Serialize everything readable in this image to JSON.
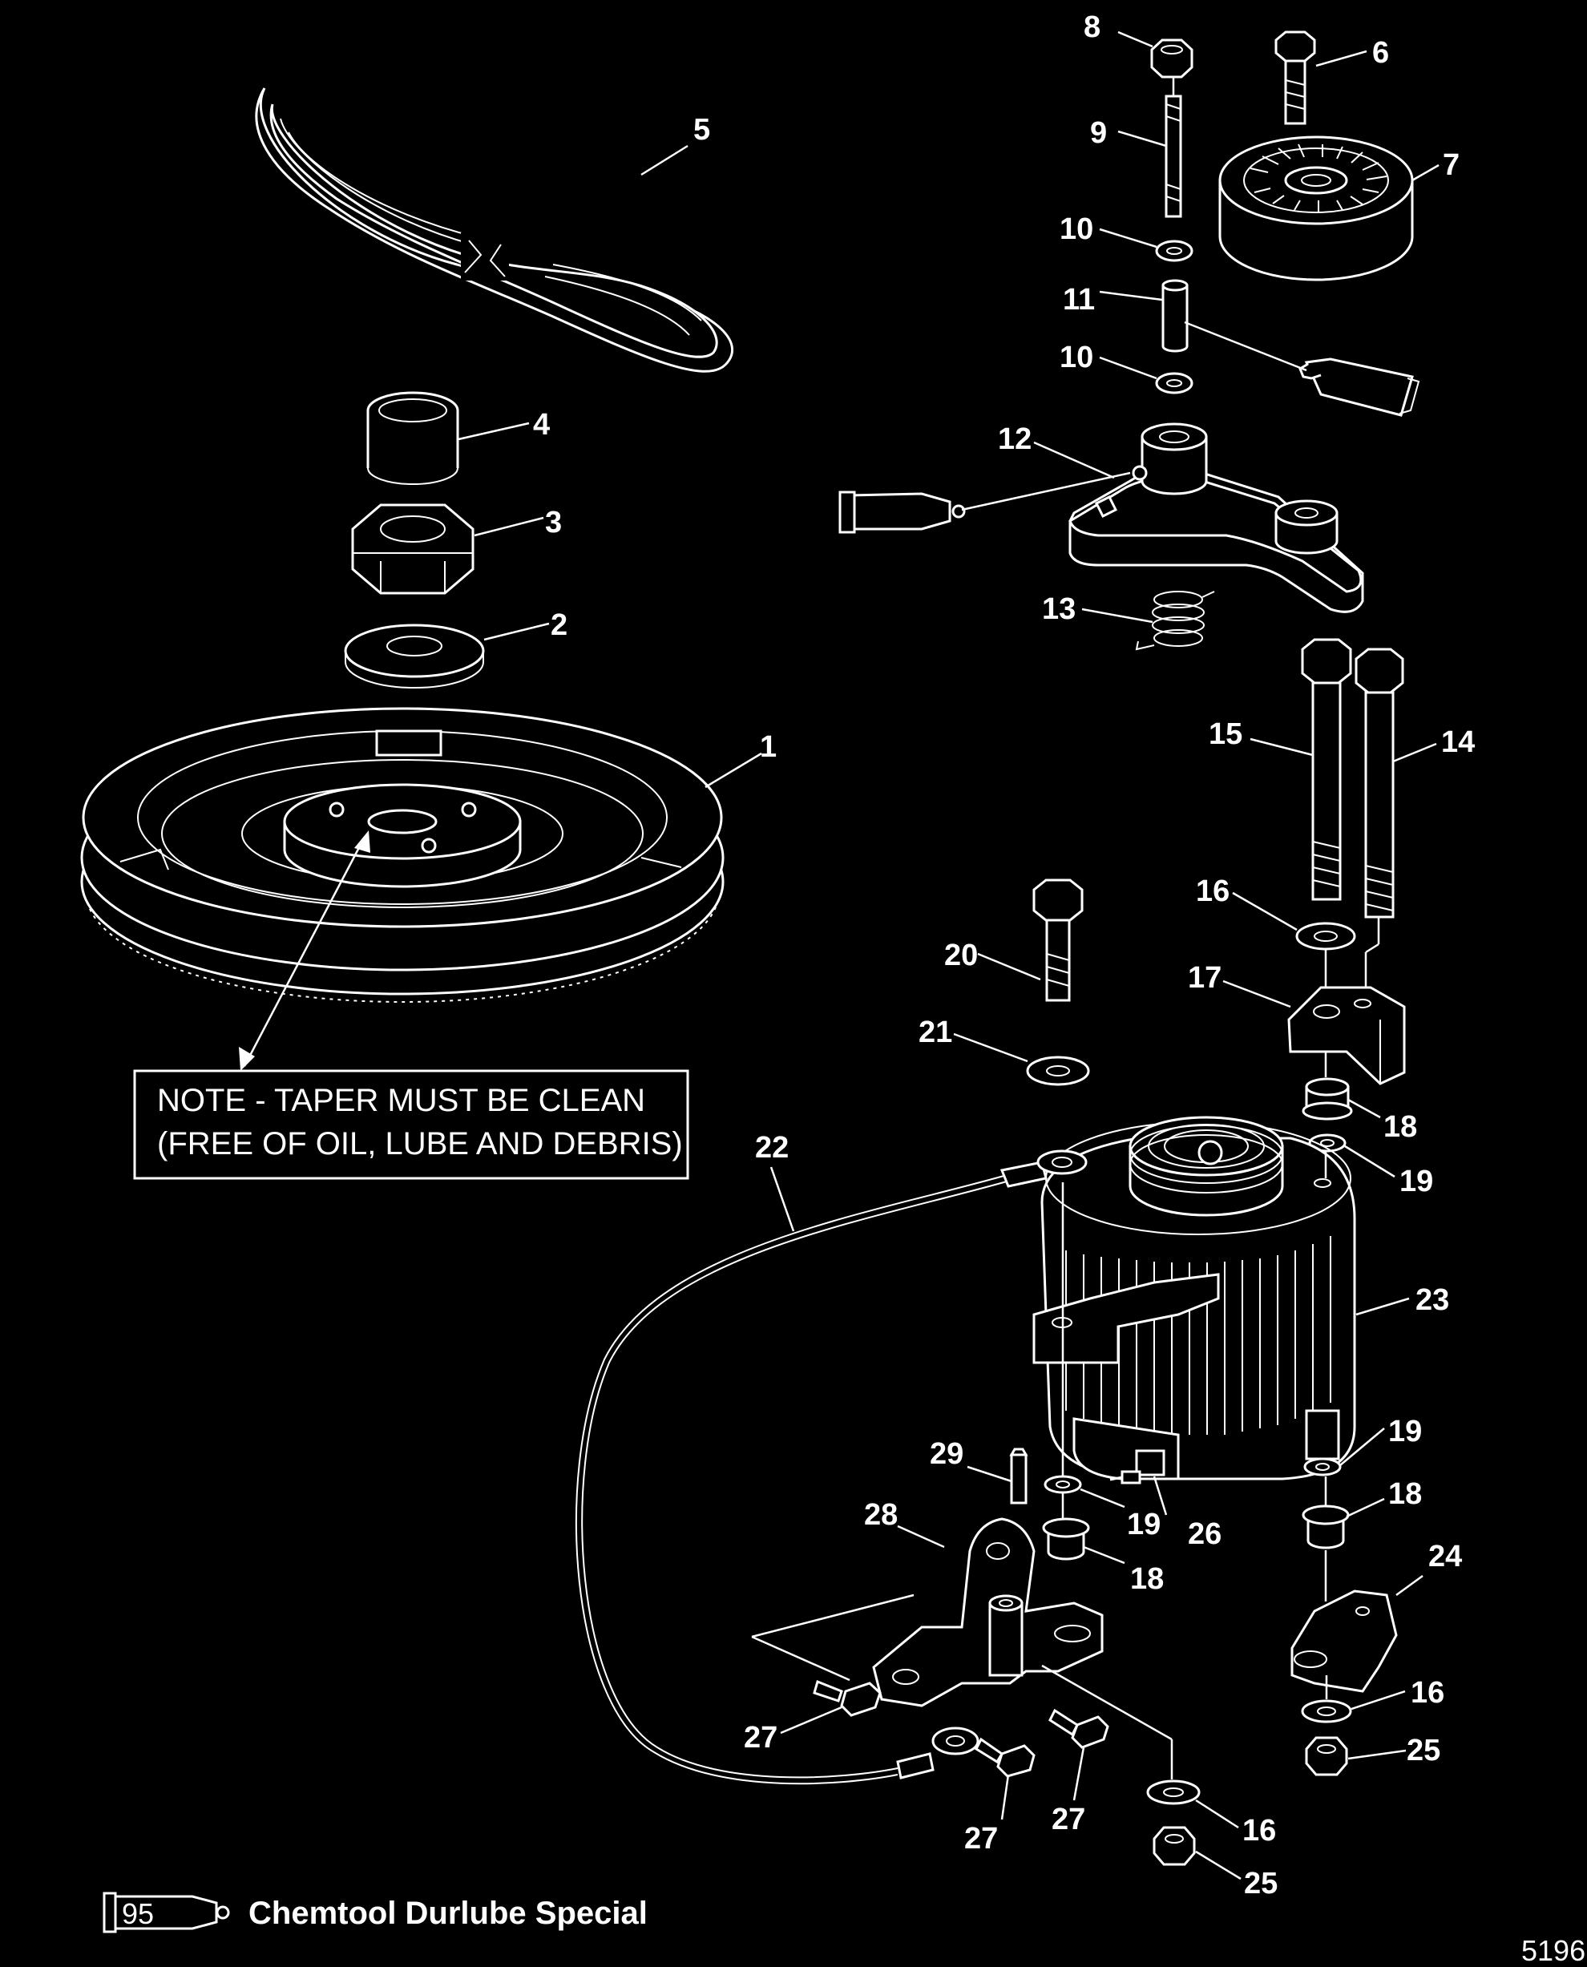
{
  "note": {
    "line1": "NOTE - TAPER MUST BE CLEAN",
    "line2": "(FREE OF OIL, LUBE AND DEBRIS)"
  },
  "legend": {
    "code": "95",
    "text": "Chemtool Durlube Special"
  },
  "figure_id": "5196",
  "sealant_tubes": [
    {
      "code": "95"
    },
    {
      "code": "95"
    }
  ],
  "callouts": [
    {
      "num": "1"
    },
    {
      "num": "2"
    },
    {
      "num": "3"
    },
    {
      "num": "4"
    },
    {
      "num": "5"
    },
    {
      "num": "6"
    },
    {
      "num": "7"
    },
    {
      "num": "8"
    },
    {
      "num": "9"
    },
    {
      "num": "10"
    },
    {
      "num": "10"
    },
    {
      "num": "11"
    },
    {
      "num": "12"
    },
    {
      "num": "13"
    },
    {
      "num": "14"
    },
    {
      "num": "15"
    },
    {
      "num": "16"
    },
    {
      "num": "16"
    },
    {
      "num": "16"
    },
    {
      "num": "17"
    },
    {
      "num": "18"
    },
    {
      "num": "18"
    },
    {
      "num": "18"
    },
    {
      "num": "19"
    },
    {
      "num": "19"
    },
    {
      "num": "19"
    },
    {
      "num": "20"
    },
    {
      "num": "21"
    },
    {
      "num": "22"
    },
    {
      "num": "23"
    },
    {
      "num": "24"
    },
    {
      "num": "25"
    },
    {
      "num": "25"
    },
    {
      "num": "26"
    },
    {
      "num": "27"
    },
    {
      "num": "27"
    },
    {
      "num": "27"
    },
    {
      "num": "28"
    },
    {
      "num": "29"
    }
  ]
}
